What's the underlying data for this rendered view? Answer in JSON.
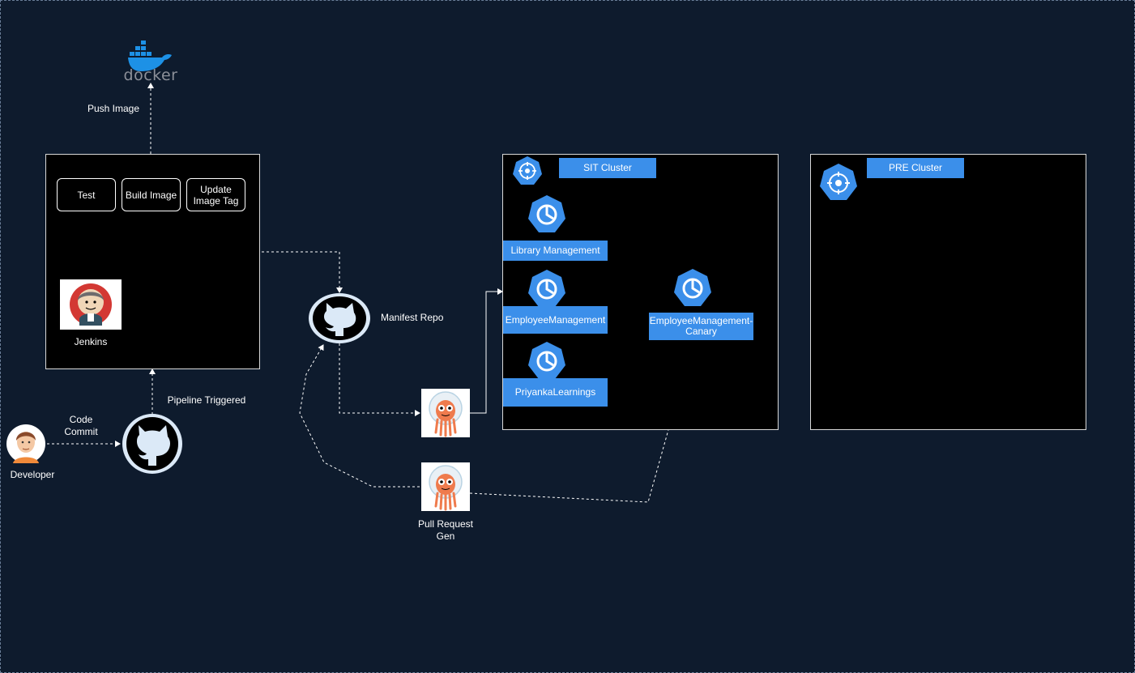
{
  "labels": {
    "push_image": "Push Image",
    "pipeline_triggered": "Pipeline Triggered",
    "code_commit": "Code\nCommit",
    "developer": "Developer",
    "manifest_repo": "Manifest Repo",
    "jenkins": "Jenkins",
    "pull_request_gen": "Pull Request\nGen",
    "docker_logo": "docker"
  },
  "jenkins_steps": [
    "Test",
    "Build Image",
    "Update\nImage Tag"
  ],
  "sit_cluster": {
    "title": "SIT Cluster",
    "apps": [
      "Library Management",
      "EmployeeManagement",
      "PriyankaLearnings"
    ],
    "canary": "EmployeeManagement-\nCanary"
  },
  "pre_cluster": {
    "title": "PRE Cluster"
  },
  "colors": {
    "background": "#0e1b2d",
    "k8s_blue": "#3b8fea",
    "github_bg": "#dbe9f7",
    "argo_orange": "#ef7b4d"
  },
  "icons": [
    "docker-icon",
    "jenkins-icon",
    "github-icon",
    "argo-icon",
    "kubernetes-icon",
    "developer-avatar-icon"
  ]
}
